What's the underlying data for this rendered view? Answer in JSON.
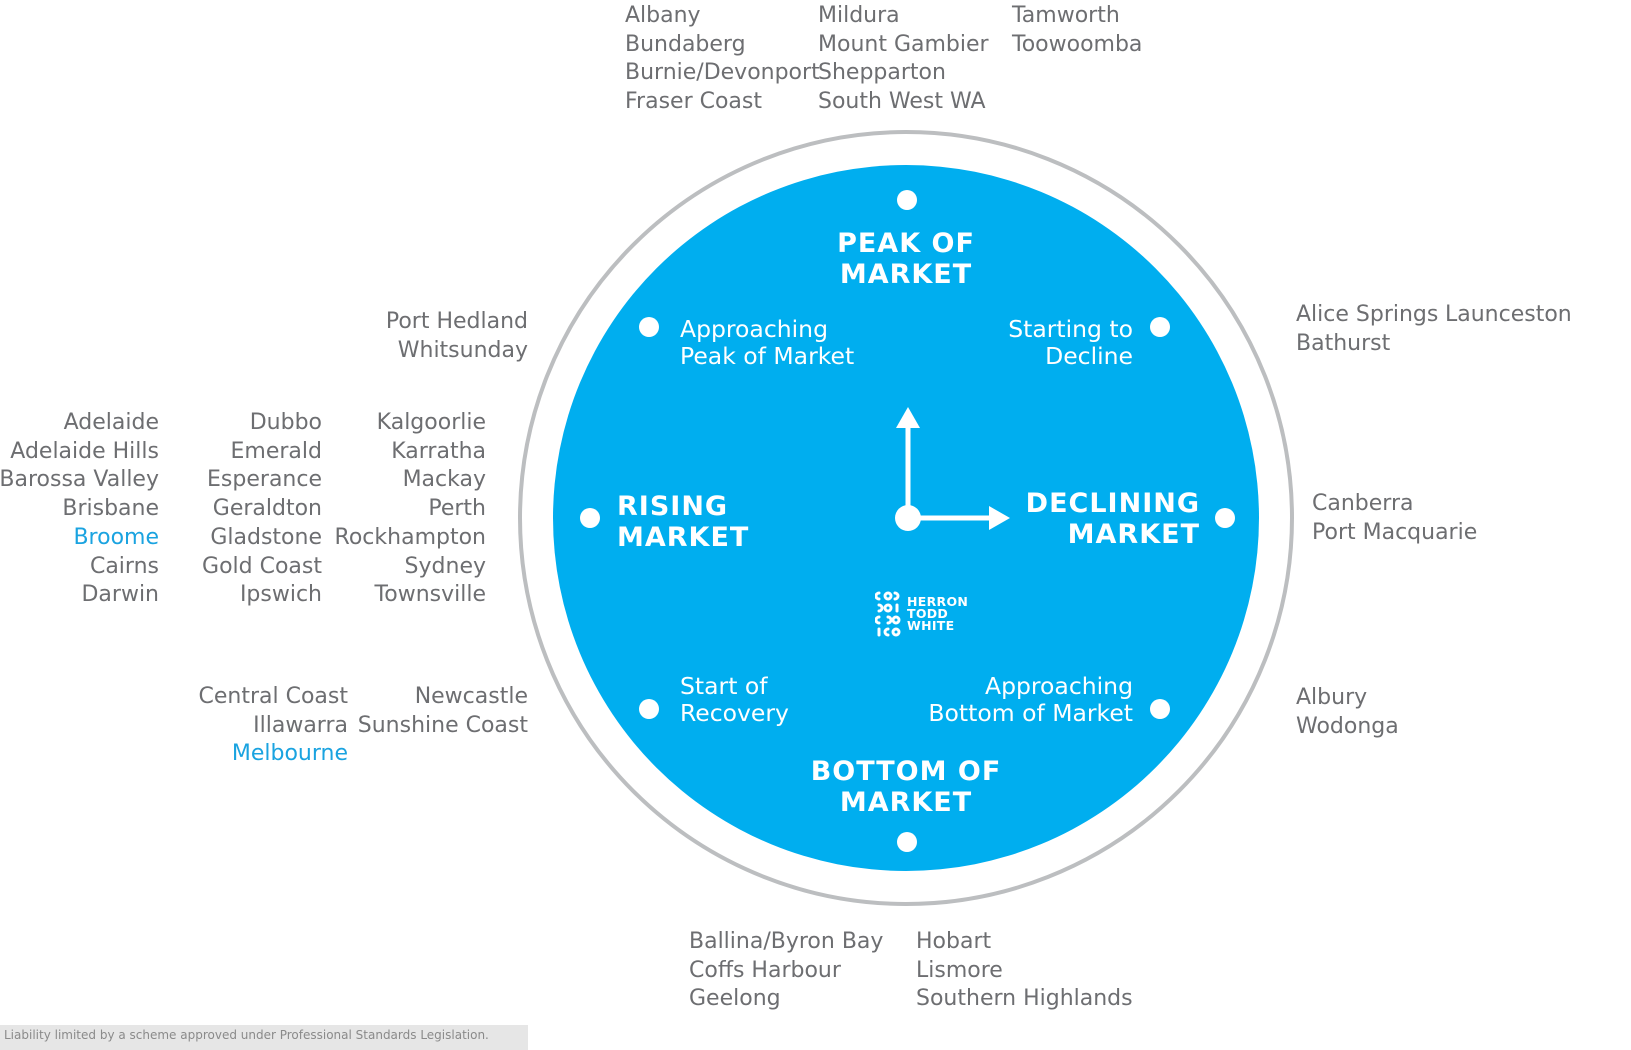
{
  "colors": {
    "face": "#00aeef",
    "ring": "#bcbec0",
    "text": "#6d6e71",
    "highlight": "#1aa3e0",
    "white": "#ffffff"
  },
  "phases": {
    "peak": "PEAK OF\nMARKET",
    "declining": "DECLINING\nMARKET",
    "bottom": "BOTTOM OF\nMARKET",
    "rising": "RISING\nMARKET"
  },
  "stages": {
    "approaching_peak": "Approaching\nPeak of Market",
    "starting_decline": "Starting to\nDecline",
    "approaching_bottom": "Approaching\nBottom of Market",
    "start_recovery": "Start of\nRecovery"
  },
  "logo": {
    "words": [
      "HERRON",
      "TODD",
      "WHITE"
    ]
  },
  "towns": {
    "peak": [
      [
        "Albany",
        "Bundaberg",
        "Burnie/Devonport",
        "Fraser Coast"
      ],
      [
        "Mildura",
        "Mount Gambier",
        "Shepparton",
        "South West WA"
      ],
      [
        "Tamworth",
        "Toowoomba"
      ]
    ],
    "approaching_peak": [
      [
        "Port Hedland",
        "Whitsunday"
      ]
    ],
    "starting_decline": [
      [
        "Alice Springs",
        "Bathurst"
      ],
      [
        "Launceston"
      ]
    ],
    "rising": [
      [
        "Adelaide",
        "Adelaide Hills",
        "Barossa Valley",
        "Brisbane",
        "Broome",
        "Cairns",
        "Darwin"
      ],
      [
        "Dubbo",
        "Emerald",
        "Esperance",
        "Geraldton",
        "Gladstone",
        "Gold Coast",
        "Ipswich"
      ],
      [
        "Kalgoorlie",
        "Karratha",
        "Mackay",
        "Perth",
        "Rockhampton",
        "Sydney",
        "Townsville"
      ]
    ],
    "declining": [
      [
        "Canberra",
        "Port Macquarie"
      ]
    ],
    "start_recovery": [
      [
        "Central Coast",
        "Illawarra",
        "Melbourne"
      ],
      [
        "Newcastle",
        "Sunshine Coast"
      ]
    ],
    "approaching_bottom": [
      [
        "Albury",
        "Wodonga"
      ]
    ],
    "bottom": [
      [
        "Ballina/Byron Bay",
        "Coffs Harbour",
        "Geelong"
      ],
      [
        "Hobart",
        "Lismore",
        "Southern Highlands"
      ]
    ]
  },
  "highlighted_towns": [
    "Broome",
    "Melbourne"
  ],
  "footer": "Liability limited by a scheme approved under Professional Standards Legislation."
}
